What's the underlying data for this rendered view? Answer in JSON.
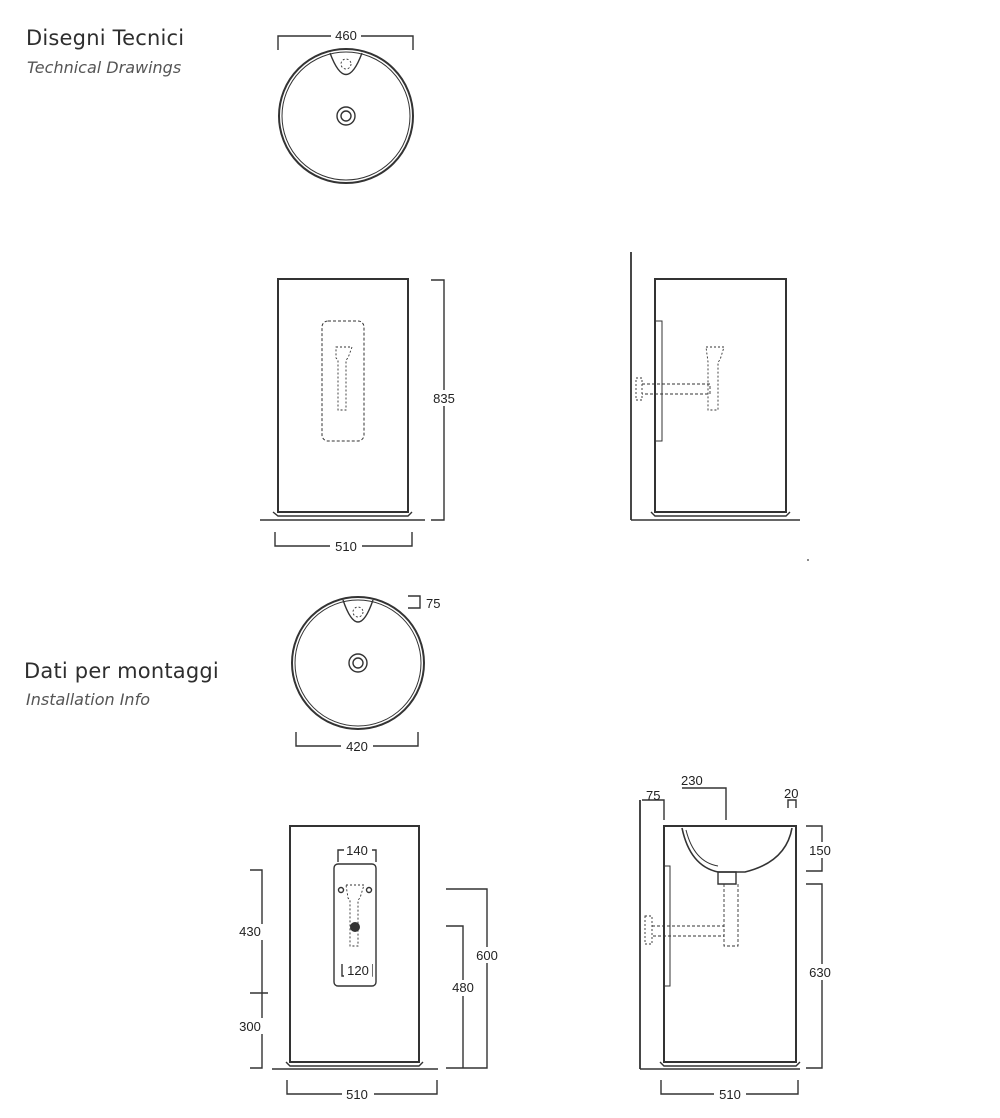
{
  "section_technical": {
    "title": "Disegni Tecnici",
    "subtitle": "Technical Drawings"
  },
  "section_installation": {
    "title": "Dati per montaggi",
    "subtitle": "Installation Info"
  },
  "dimensions": {
    "top_view_width": "460",
    "front_height": "835",
    "front_width": "510",
    "install_top_offset": "75",
    "install_top_width": "420",
    "install_front_upper": "430",
    "install_front_lower": "300",
    "install_panel_width_top": "140",
    "install_panel_width_bottom": "120",
    "install_height_600": "600",
    "install_height_480": "480",
    "install_front_width": "510",
    "install_side_offset": "75",
    "install_side_basin": "230",
    "install_side_rim": "20",
    "install_side_basin_depth": "150",
    "install_side_height": "630",
    "install_side_width": "510"
  }
}
